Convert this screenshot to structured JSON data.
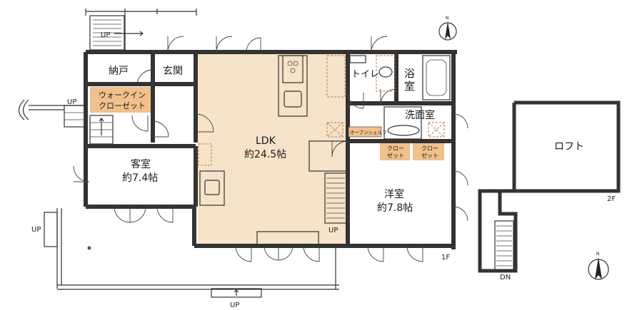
{
  "colors": {
    "ldk_floor": "#f6e3c9",
    "closet_fill": "#f1c08d",
    "wall": "#333333"
  },
  "rooms": {
    "nando": "納戸",
    "genkan": "玄関",
    "walkin_line1": "ウォークイン",
    "walkin_line2": "クローゼット",
    "kyakushitsu_name": "客室",
    "kyakushitsu_size": "約7.4帖",
    "ldk_name": "LDK",
    "ldk_size": "約24.5帖",
    "toilet": "トイレ",
    "bath_line1": "浴",
    "bath_line2": "室",
    "senmen": "洗面室",
    "open_shelf": "オープンシェルフ",
    "closet_a_line1": "クロー",
    "closet_a_line2": "ゼット",
    "closet_b_line1": "クロー",
    "closet_b_line2": "ゼット",
    "yoshitsu_name": "洋室",
    "yoshitsu_size": "約7.8帖",
    "loft": "ロフト"
  },
  "labels": {
    "up_top": "UP",
    "up_left_entry": "UP",
    "up_deck": "UP",
    "up_bottom": "UP",
    "up_stair": "UP",
    "dn_loft": "DN",
    "floor_1f": "1F",
    "floor_2f": "2F",
    "north_top": "N",
    "north_bottom": "N"
  },
  "icons": [
    "north-arrow-icon",
    "north-arrow-icon"
  ]
}
